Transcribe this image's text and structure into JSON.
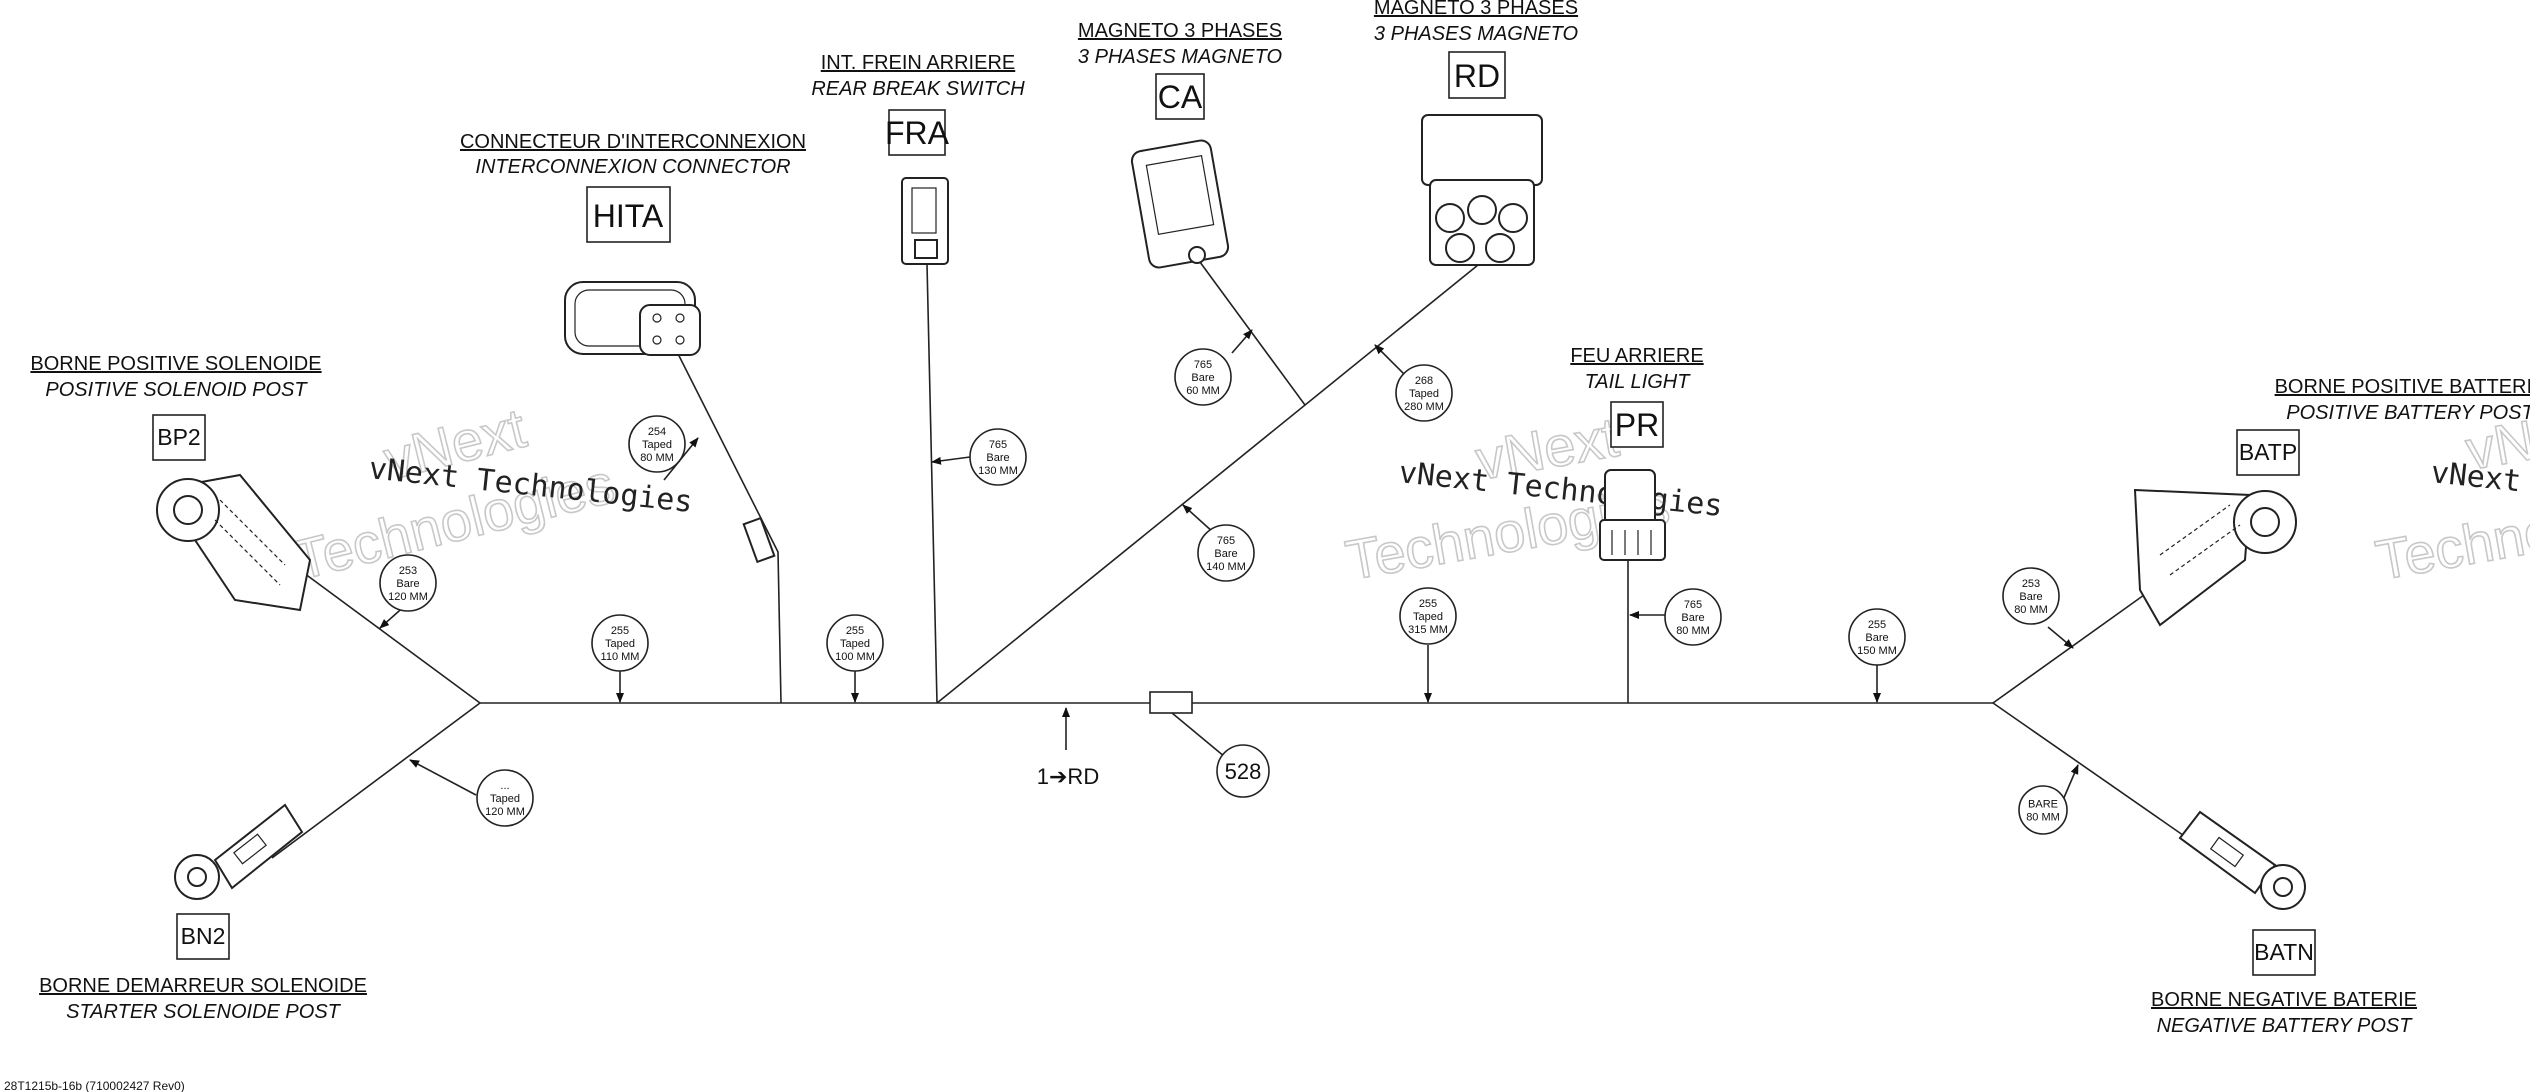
{
  "watermark": {
    "small": "vNext Technologies",
    "big": "vNext",
    "big2": "Technologies"
  },
  "components": {
    "hita": {
      "fr": "CONNECTEUR D'INTERCONNEXION",
      "en": "INTERCONNEXION CONNECTOR",
      "code": "HITA"
    },
    "fra": {
      "fr": "INT. FREIN ARRIERE",
      "en": "REAR BREAK SWITCH",
      "code": "FRA"
    },
    "ca": {
      "fr": "MAGNETO 3 PHASES",
      "en": "3 PHASES MAGNETO",
      "code": "CA"
    },
    "rd": {
      "fr": "MAGNETO 3 PHASES",
      "en": "3 PHASES MAGNETO",
      "code": "RD"
    },
    "pr": {
      "fr": "FEU ARRIERE",
      "en": "TAIL LIGHT",
      "code": "PR"
    },
    "bp2": {
      "fr": "BORNE POSITIVE SOLENOIDE",
      "en": "POSITIVE SOLENOID POST",
      "code": "BP2"
    },
    "bn2": {
      "fr": "BORNE DEMARREUR SOLENOIDE",
      "en": "STARTER SOLENOIDE POST",
      "code": "BN2"
    },
    "batp": {
      "fr": "BORNE POSITIVE  BATTERIE",
      "en": "POSITIVE BATTERY POST",
      "code": "BATP"
    },
    "batn": {
      "fr": "BORNE NEGATIVE BATERIE",
      "en": "NEGATIVE BATTERY POST",
      "code": "BATN"
    }
  },
  "bubbles": {
    "b_bp2": [
      "253",
      "Bare",
      "120 MM"
    ],
    "b_bn2": [
      "...",
      "Taped",
      "120 MM"
    ],
    "b_hita": [
      "254",
      "Taped",
      "80 MM"
    ],
    "b_trunk1": [
      "255",
      "Taped",
      "110 MM"
    ],
    "b_trunk2": [
      "255",
      "Taped",
      "100 MM"
    ],
    "b_fra": [
      "765",
      "Bare",
      "130 MM"
    ],
    "b_ca": [
      "765",
      "Bare",
      "60 MM"
    ],
    "b_rd1": [
      "765",
      "Bare",
      "140 MM"
    ],
    "b_rd2": [
      "268",
      "Taped",
      "280 MM"
    ],
    "b_trunk3": [
      "255",
      "Taped",
      "315 MM"
    ],
    "b_pr": [
      "765",
      "Bare",
      "80 MM"
    ],
    "b_trunk4": [
      "255",
      "Bare",
      "150 MM"
    ],
    "b_batp": [
      "253",
      "Bare",
      "80 MM"
    ],
    "b_batn": [
      "BARE",
      "80 MM"
    ]
  },
  "trunk_label": "1➔RD",
  "ref_528": "528",
  "footer": "28T1215b-16b (710002427 Rev0)"
}
